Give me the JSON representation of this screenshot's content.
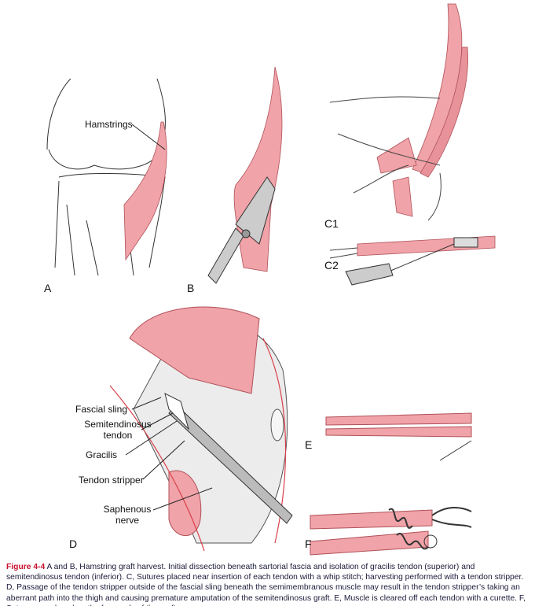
{
  "figure": {
    "panel_labels": {
      "a": "A",
      "b": "B",
      "c1": "C1",
      "c2": "C2",
      "d": "D",
      "e": "E",
      "f": "F"
    },
    "callouts": {
      "hamstrings": "Hamstrings",
      "fascial_sling": "Fascial sling",
      "semitendinosus_1": "Semitendinosus",
      "semitendinosus_2": "tendon",
      "gracilis": "Gracilis",
      "tendon_stripper": "Tendon stripper",
      "saphenous_1": "Saphenous",
      "saphenous_2": "nerve"
    },
    "colors": {
      "tendon": "#f0a3a8",
      "tendon_dark": "#d9707a",
      "caption_accent": "#c8102e"
    }
  },
  "caption": {
    "number": "Figure 4-4",
    "text": " A and B, Hamstring graft harvest. Initial dissection beneath sartorial fascia and isolation of gracilis tendon (superior) and semitendinosus tendon (inferior). C, Sutures placed near insertion of each tendon with a whip stitch; harvesting performed with a tendon stripper. D, Passage of the tendon stripper outside of the fascial sling beneath the semimembranous muscle may result in the tendon stripper’s taking an aberrant path into the thigh and causing premature amputation of the semitendinosus graft. E, Muscle is cleared off each tendon with a curette. F, Sutures are placed on the free ends of the graft."
  }
}
